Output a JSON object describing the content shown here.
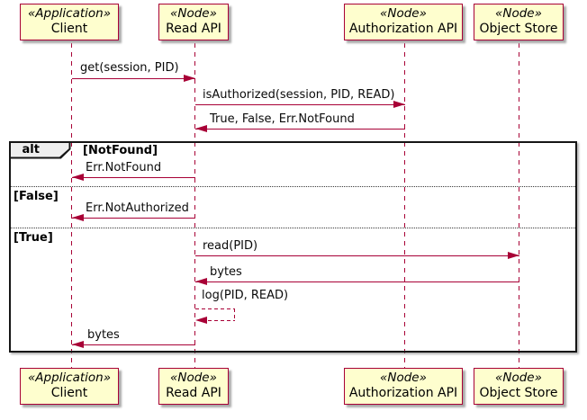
{
  "diagram_type": "uml-sequence-diagram",
  "colors": {
    "accent_crimson": "#A80036",
    "participant_fill": "#FEFECE",
    "frame_border": "#151515",
    "operator_label_bg": "#EEEEEE",
    "background": "#FFFFFF"
  },
  "participants": [
    {
      "stereotype": "«Application»",
      "name": "Client"
    },
    {
      "stereotype": "«Node»",
      "name": "Read API"
    },
    {
      "stereotype": "«Node»",
      "name": "Authorization API"
    },
    {
      "stereotype": "«Node»",
      "name": "Object Store"
    }
  ],
  "messages": {
    "get": "get(session, PID)",
    "is_authorized": "isAuthorized(session, PID, READ)",
    "auth_result": "True, False, Err.NotFound",
    "err_not_found": "Err.NotFound",
    "err_not_authorized": "Err.NotAuthorized",
    "read": "read(PID)",
    "bytes_from_store": "bytes",
    "log_self": "log(PID, READ)",
    "bytes_to_client": "bytes"
  },
  "alt_fragment": {
    "operator": "alt",
    "guards": {
      "not_found": "[NotFound]",
      "false_case": "[False]",
      "true_case": "[True]"
    }
  }
}
